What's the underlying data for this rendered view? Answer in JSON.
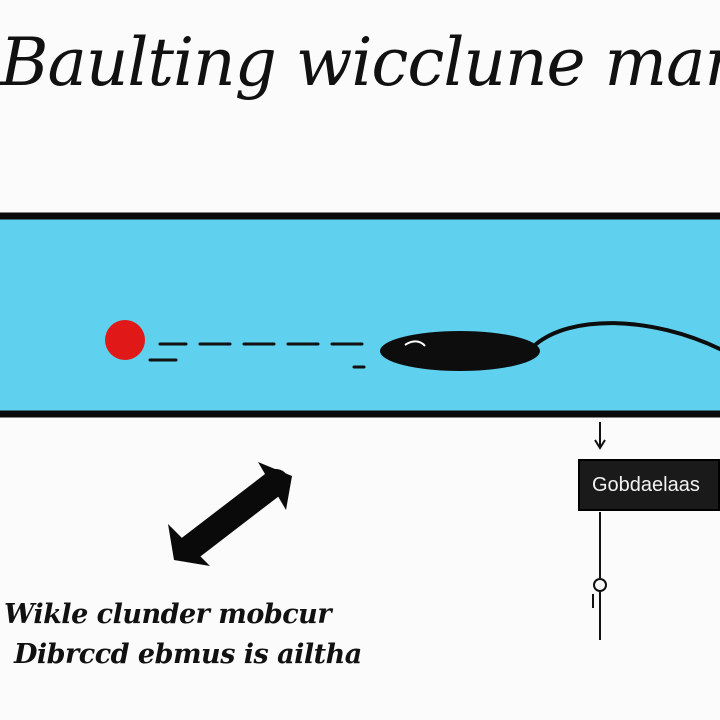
{
  "title": "Baulting wicclune mant",
  "label_box_text": "Gobdaelaas",
  "caption_lines": [
    "Wikle clunder mobcur",
    "Dibrccd ebmus is ailtha"
  ],
  "colors": {
    "water": "#5fd0ee",
    "marker": "#e01818",
    "ink": "#111111",
    "label_background": "#1a1a1a"
  },
  "icons": [
    "red-dot-marker",
    "fish-shape",
    "double-arrow",
    "hanging-probe"
  ]
}
